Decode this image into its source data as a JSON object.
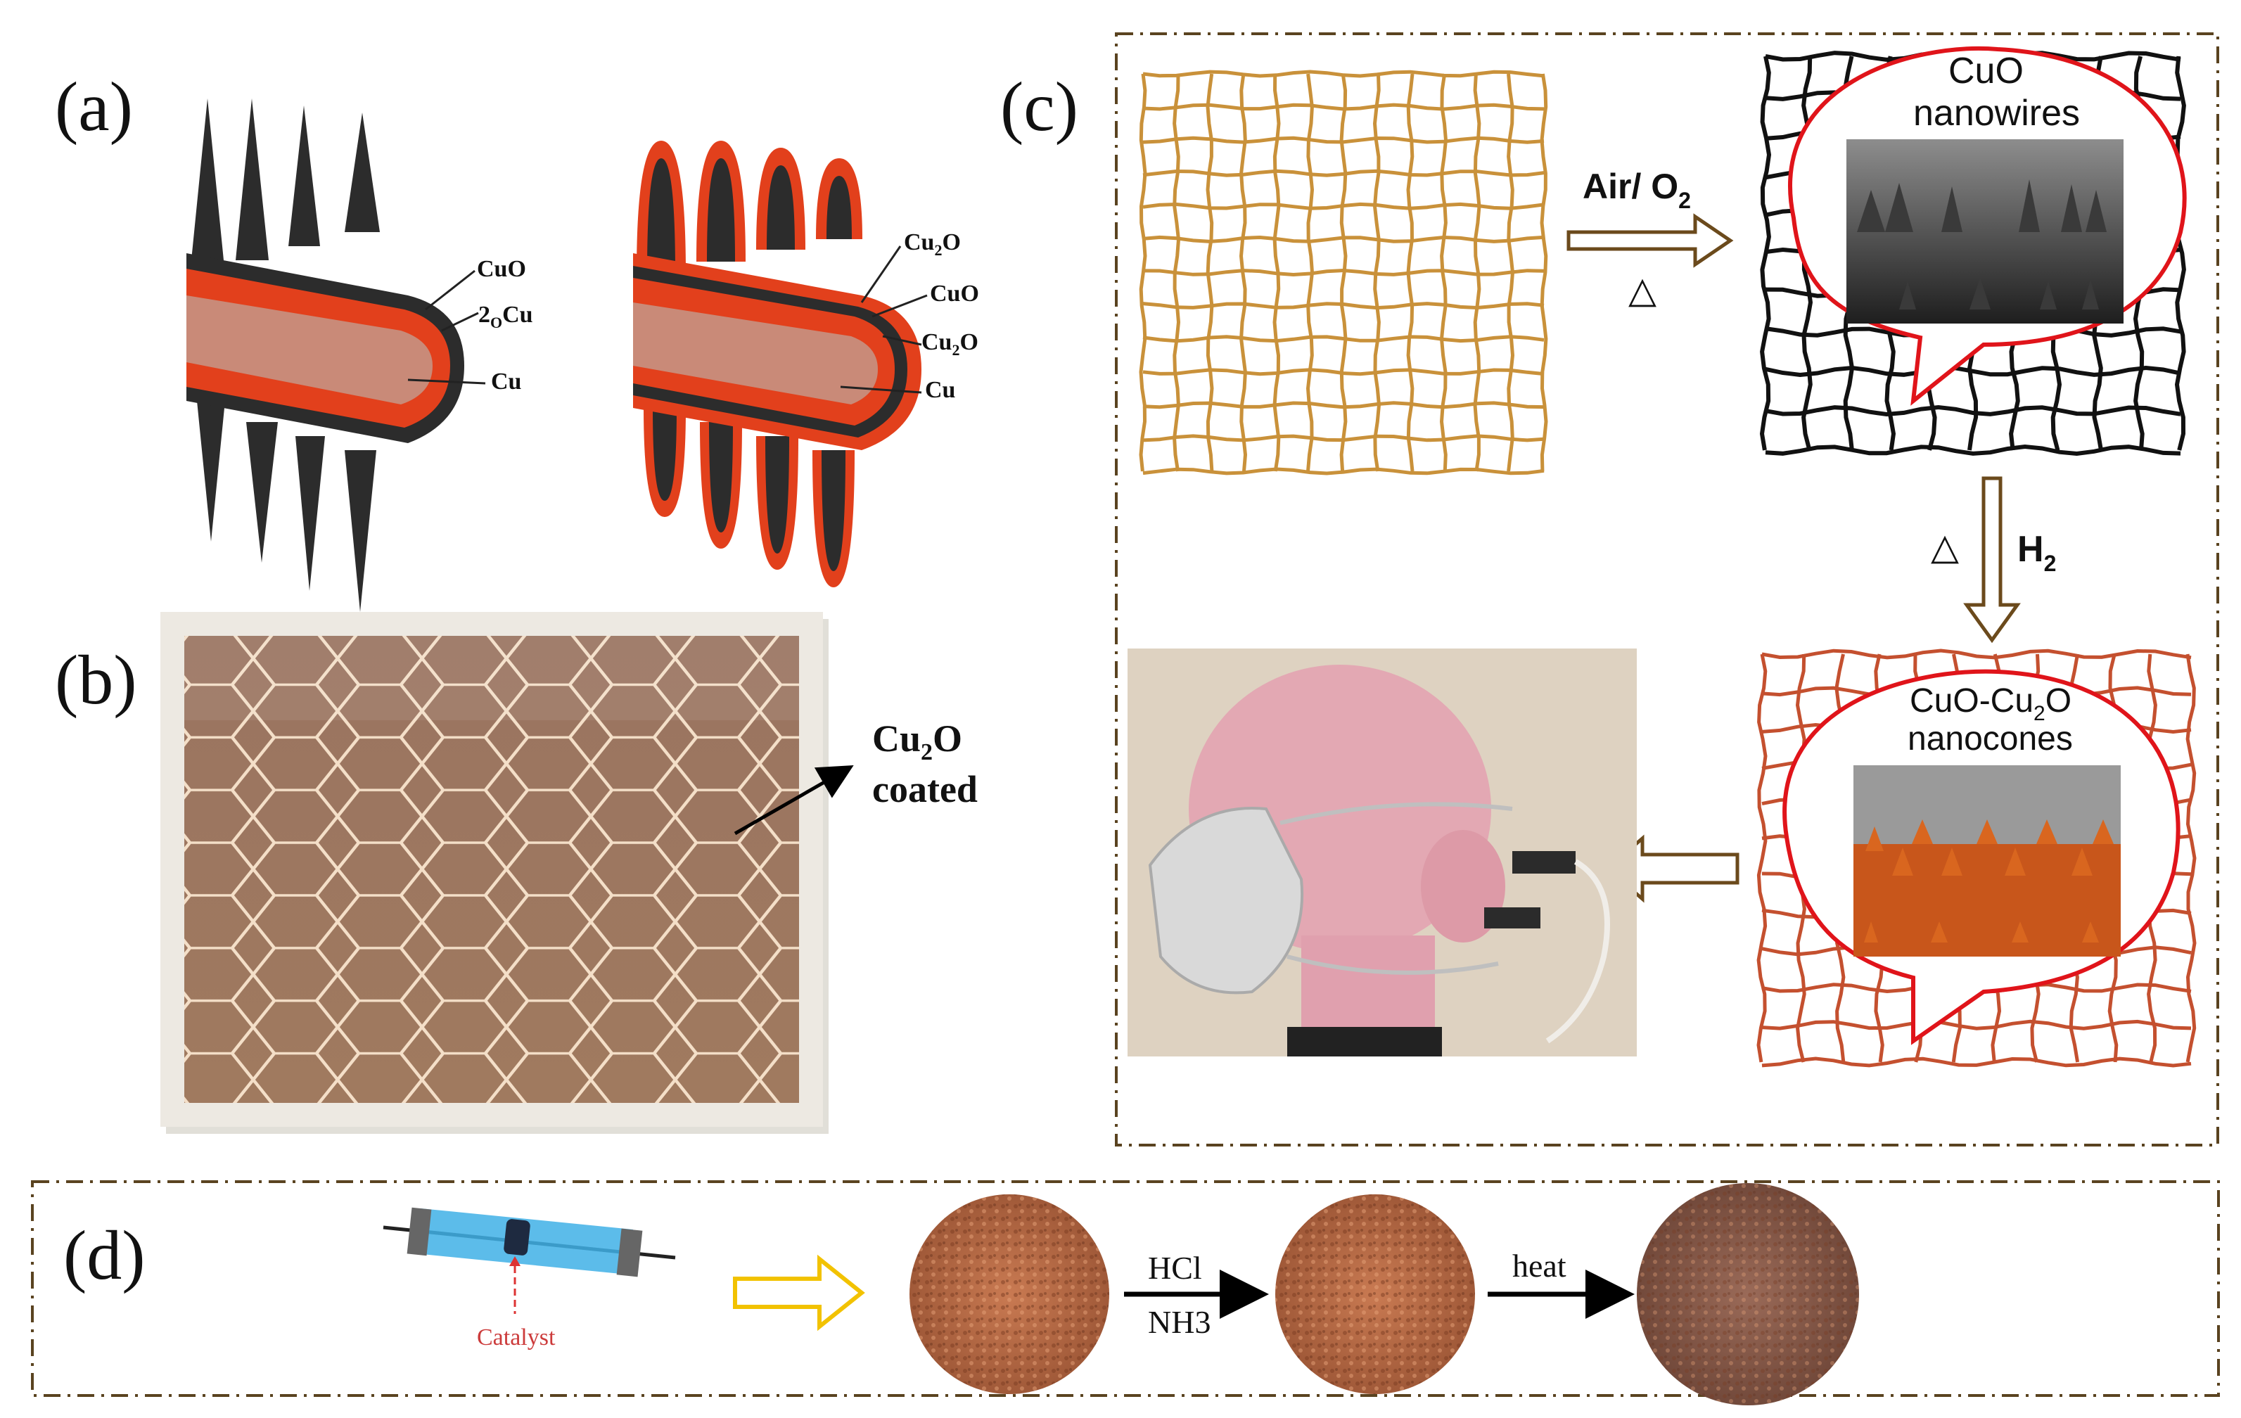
{
  "panels": {
    "a": {
      "label": "(a)",
      "left_layers": [
        "CuO",
        "Cu",
        "2",
        "O",
        "Cu"
      ],
      "right_layers": [
        "Cu",
        "2",
        "O",
        "CuO",
        "Cu",
        "2",
        "O",
        "Cu"
      ]
    },
    "b": {
      "label": "(b)",
      "annotation_line1_main": "Cu",
      "annotation_line1_sub": "2",
      "annotation_line1_tail": "O",
      "annotation_line2": "coated"
    },
    "c": {
      "label": "(c)",
      "step1_text": "Air/ O",
      "step1_sub": "2",
      "heat_symbol": "△",
      "step2_text": "H",
      "step2_sub": "2",
      "bubble1_title_line1": "CuO",
      "bubble1_title_line2": "nanowires",
      "bubble2_title_line1_a": "CuO-Cu",
      "bubble2_title_line1_sub": "2",
      "bubble2_title_line1_b": "O",
      "bubble2_title_line2": "nanocones"
    },
    "d": {
      "label": "(d)",
      "catalyst_label": "Catalyst",
      "arrow1_top": "HCl",
      "arrow1_bottom": "NH3",
      "arrow2_top": "heat"
    }
  },
  "colors": {
    "copper_mesh": "#c9913a",
    "black_mesh": "#111111",
    "red_mesh": "#c4502f",
    "bubble_border": "#e0141a",
    "dashed_border": "#5a4320",
    "brown_arrow": "#6b4a1c",
    "yellow_arrow": "#f2c200",
    "cuo_layer": "#2b2b2b",
    "cu2o_layer": "#e2401c",
    "cu_core": "#c98a78"
  }
}
